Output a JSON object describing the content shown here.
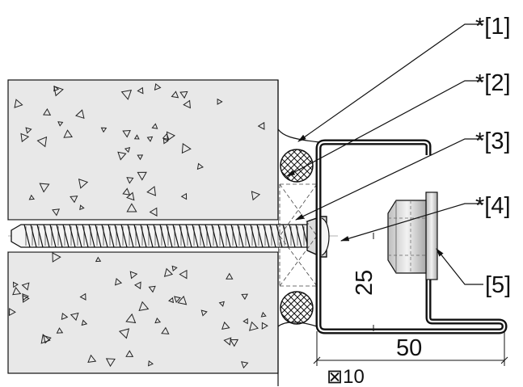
{
  "callouts": [
    {
      "id": "1",
      "text": "*[1]"
    },
    {
      "id": "2",
      "text": "*[2]"
    },
    {
      "id": "3",
      "text": "*[3]"
    },
    {
      "id": "4",
      "text": "*[4]"
    },
    {
      "id": "5",
      "text": "[5]"
    }
  ],
  "dimensions": {
    "width": "50",
    "height": "25",
    "section_mark": "⊠10"
  },
  "colors": {
    "line": "#111111",
    "concrete_fill": "#e6e6e6",
    "channel": "#222222"
  }
}
